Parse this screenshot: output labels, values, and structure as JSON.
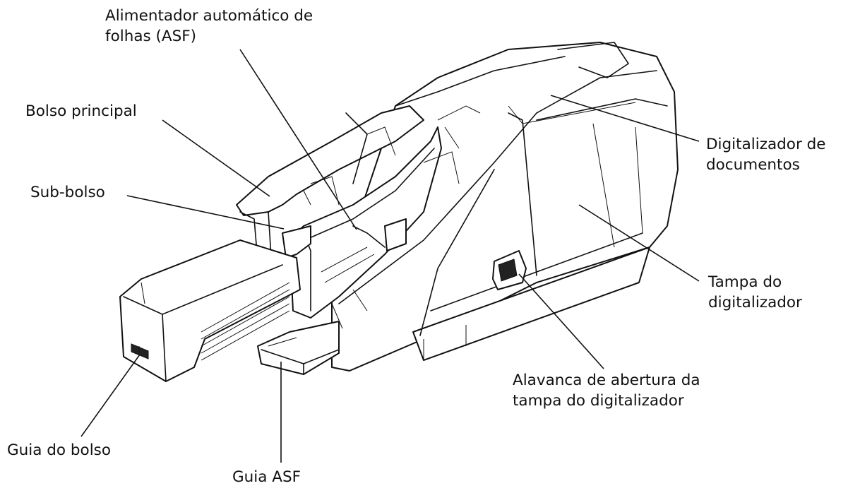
{
  "labels": {
    "asf": [
      "Alimentador automático de",
      "folhas (ASF)"
    ],
    "main_pocket": [
      "Bolso principal"
    ],
    "sub_pocket": [
      "Sub-bolso"
    ],
    "doc_scanner": [
      "Digitalizador de",
      "documentos"
    ],
    "scanner_cover": [
      "Tampa do",
      "digitalizador"
    ],
    "cover_lever": [
      "Alavanca de abertura da",
      "tampa do digitalizador"
    ],
    "pocket_guide": [
      "Guia do bolso"
    ],
    "asf_guide": [
      "Guia ASF"
    ]
  }
}
